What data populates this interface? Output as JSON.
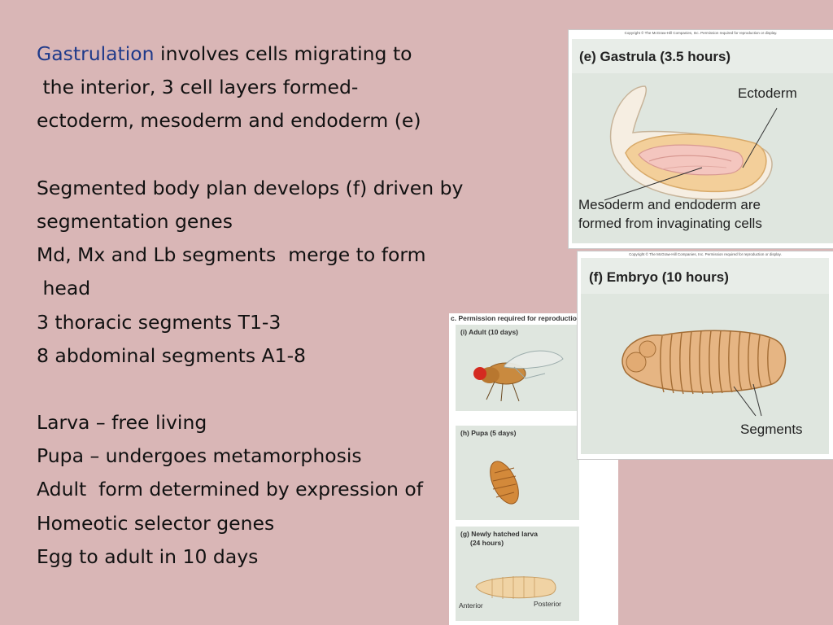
{
  "slide": {
    "lines": [
      {
        "prefix": "Gastrulation",
        "text": " involves cells migrating to"
      },
      {
        "text": " the interior, 3 cell layers formed-"
      },
      {
        "text": "ectoderm, mesoderm and endoderm (e)"
      },
      {
        "blank": true
      },
      {
        "text": "Segmented body plan develops (f) driven by"
      },
      {
        "text": "segmentation genes"
      },
      {
        "text": "Md, Mx and Lb segments  merge to form"
      },
      {
        "text": " head"
      },
      {
        "text": "3 thoracic segments T1-3"
      },
      {
        "text": "8 abdominal segments A1-8"
      },
      {
        "blank": true
      },
      {
        "text": "Larva – free living"
      },
      {
        "text": "Pupa – undergoes metamorphosis"
      },
      {
        "text": "Adult  form determined by expression of"
      },
      {
        "text": "Homeotic selector genes"
      },
      {
        "text": "Egg to adult in 10 days"
      }
    ],
    "highlight_color": "#1f3a8a"
  },
  "figure_e": {
    "copyright": "Copyright © The McGraw-Hill Companies, Inc. Permission required for reproduction or display.",
    "title": "(e) Gastrula (3.5 hours)",
    "label_ectoderm": "Ectoderm",
    "label_caption_1": "Mesoderm and endoderm are",
    "label_caption_2": "formed from invaginating cells"
  },
  "figure_f": {
    "copyright": "Copyright © The McGraw-Hill Companies, Inc. Permission required for reproduction or display.",
    "title": "(f) Embryo (10 hours)",
    "label_segments": "Segments"
  },
  "figure_life": {
    "header": "c. Permission required for reproduction",
    "adult_title": "(i) Adult (10 days)",
    "pupa_title": "(h) Pupa (5 days)",
    "larva_title_1": "(g) Newly hatched larva",
    "larva_title_2": "(24 hours)",
    "label_anterior": "Anterior",
    "label_posterior": "Posterior"
  }
}
